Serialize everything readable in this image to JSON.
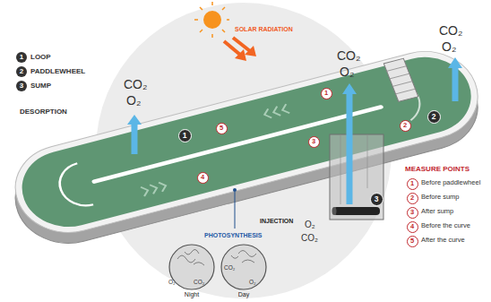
{
  "diagram": {
    "nodes": [
      {
        "text": [
          "O₂",
          "CO₂",
          "Night"
        ]
      },
      {
        "text": [
          "CO₂",
          "O₂",
          "Day"
        ]
      }
    ],
    "labels": [
      "SOLAR RADIATION",
      "1",
      "LOOP",
      "2",
      "PADDLEWHEEL",
      "3",
      "SUMP",
      "CO₂",
      "O₂",
      "DESORPTION",
      "CO₂",
      "O₂",
      "CO₂",
      "O₂",
      "1",
      "2",
      "3",
      "1",
      "5",
      "3",
      "2",
      "4",
      "MEASURE POINTS",
      "1",
      "Before paddlewheel",
      "2",
      "Before sump",
      "3",
      "After sump",
      "4",
      "Before the curve",
      "5",
      "After the curve",
      "INJECTION",
      "O₂",
      "CO₂",
      "PHOTOSYNTHESIS"
    ]
  }
}
